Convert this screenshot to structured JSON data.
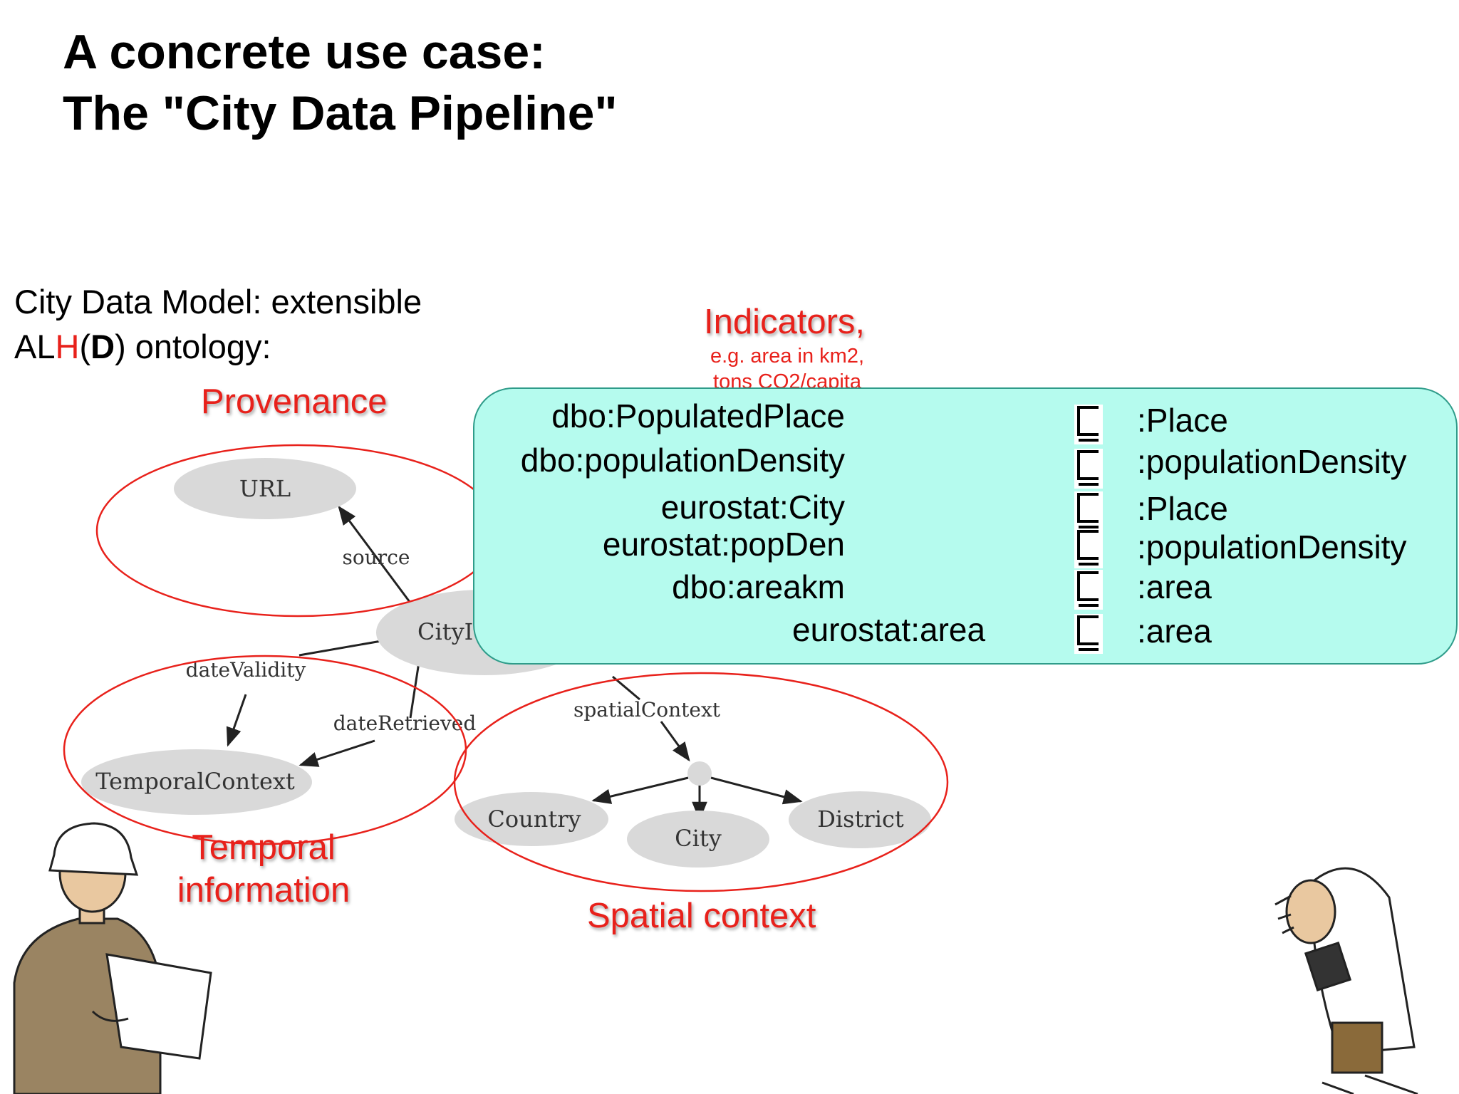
{
  "title": {
    "line1": "A concrete use case:",
    "line2": "The \"City Data Pipeline\""
  },
  "model": {
    "line1": "City Data Model: extensible",
    "dl_prefix": "AL",
    "dl_h": "H",
    "dl_open": "(",
    "dl_d": "D",
    "dl_rest": ") ontology:"
  },
  "labels": {
    "provenance": "Provenance",
    "indicators": "Indicators,",
    "indicators_sub1": "e.g. area in km2,",
    "indicators_sub2": "tons CO2/capita",
    "temporal1": "Temporal",
    "temporal2": "information",
    "spatial": "Spatial context"
  },
  "graph": {
    "nodes": {
      "url": "URL",
      "city_center": "CityI",
      "temporal": "TemporalContext",
      "country": "Country",
      "city": "City",
      "district": "District"
    },
    "edges": {
      "source": "source",
      "date_validity": "dateValidity",
      "date_retrieved": "dateRetrieved",
      "spatial_context": "spatialContext"
    }
  },
  "mappings": [
    {
      "lhs": "dbo:PopulatedPlace",
      "rhs": ":Place"
    },
    {
      "lhs": "dbo:populationDensity",
      "rhs": ":populationDensity"
    },
    {
      "lhs": "eurostat:City",
      "rhs": ":Place"
    },
    {
      "lhs": "eurostat:popDen",
      "rhs": ":populationDensity"
    },
    {
      "lhs": "dbo:areakm",
      "rhs": ":area"
    },
    {
      "lhs": "eurostat:area",
      "rhs": ":area"
    }
  ],
  "colors": {
    "red": "#e8211b",
    "mapping_box": "#b5fbee",
    "node_gray": "#d9d9d9"
  }
}
